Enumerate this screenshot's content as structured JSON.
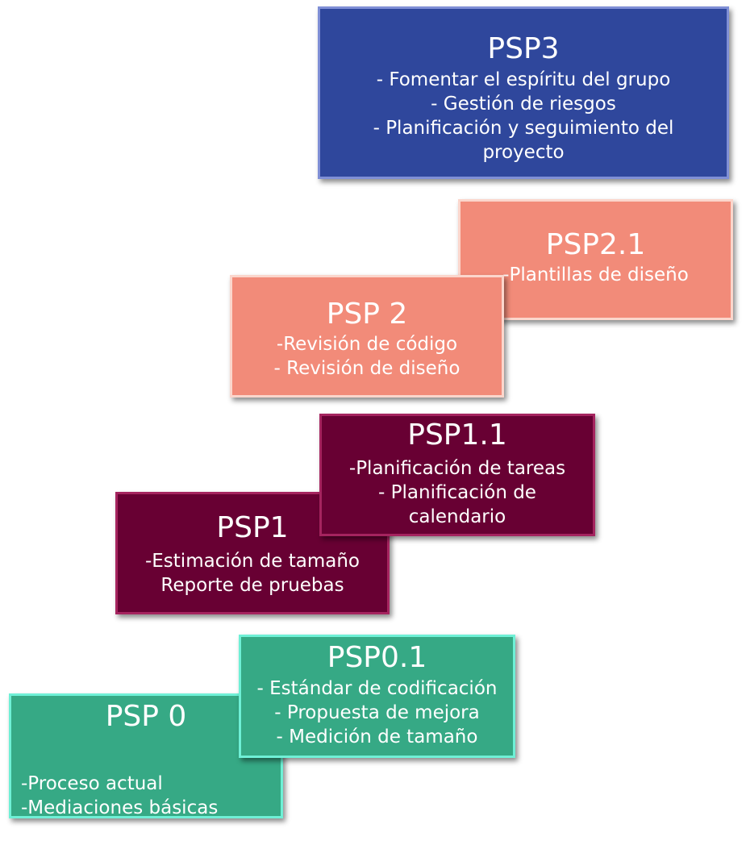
{
  "diagram": {
    "steps": [
      {
        "id": "psp3",
        "title": "PSP3",
        "lines": [
          "-   Fomentar el espíritu del grupo",
          "-   Gestión de riesgos",
          "-   Planificación y seguimiento del",
          "proyecto"
        ],
        "color": "#2f479c"
      },
      {
        "id": "psp21",
        "title": "PSP2.1",
        "lines": [
          "-Plantillas de diseño"
        ],
        "color": "#f28b79"
      },
      {
        "id": "psp2",
        "title": "PSP 2",
        "lines": [
          "-Revisión de código",
          "- Revisión de diseño"
        ],
        "color": "#f28b79"
      },
      {
        "id": "psp11",
        "title": "PSP1.1",
        "lines": [
          "-Planificación de tareas",
          "- Planificación de",
          "calendario"
        ],
        "color": "#680033"
      },
      {
        "id": "psp1",
        "title": "PSP1",
        "lines": [
          "-Estimación de tamaño",
          "Reporte de pruebas"
        ],
        "color": "#680033"
      },
      {
        "id": "psp01",
        "title": "PSP0.1",
        "lines": [
          "-  Estándar de codificación",
          "- Propuesta de mejora",
          "- Medición de tamaño"
        ],
        "color": "#36a985"
      },
      {
        "id": "psp0",
        "title": "PSP 0",
        "lines": [
          "-Proceso actual",
          "-Mediaciones básicas"
        ],
        "color": "#36a985"
      }
    ]
  }
}
